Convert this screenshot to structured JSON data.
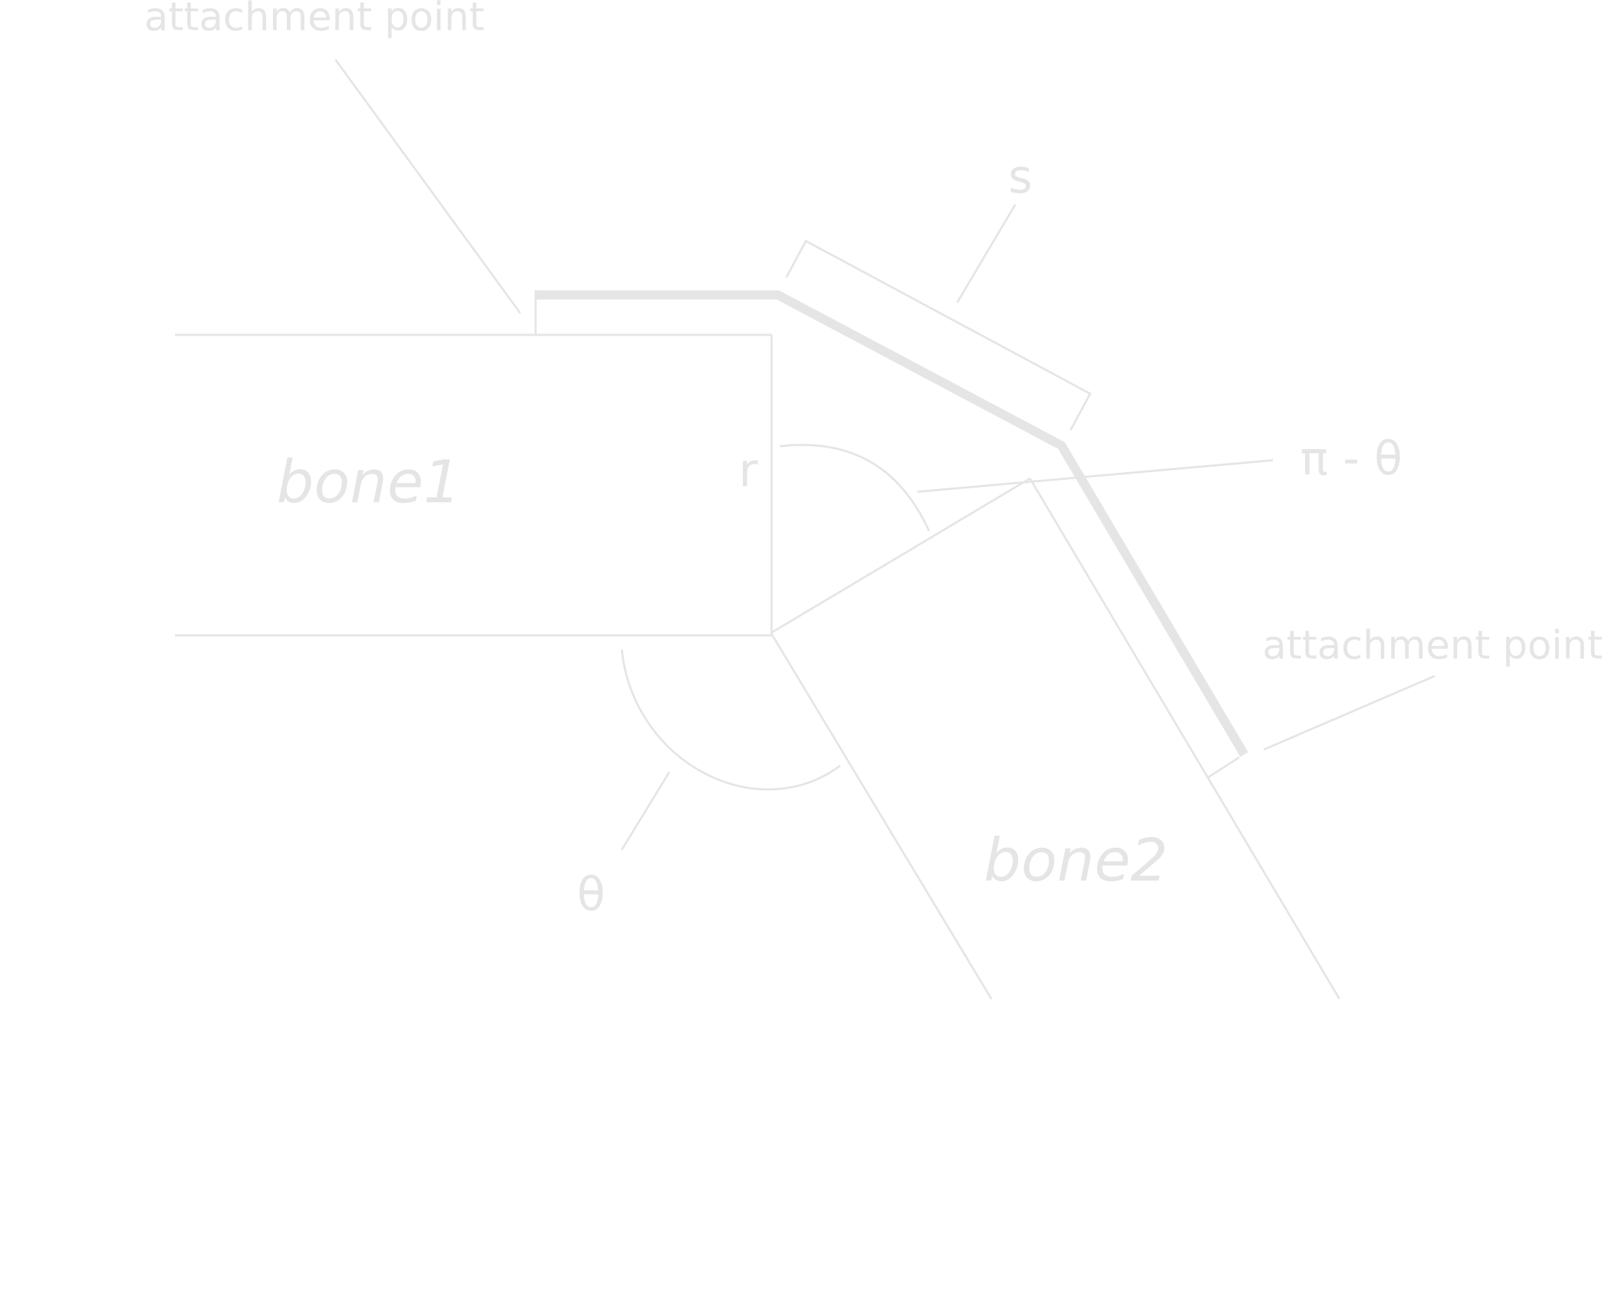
{
  "colors": {
    "stroke": "#e5e5e5",
    "text": "#e5e5e5",
    "background": "#ffffff"
  },
  "labels": {
    "attachment_point_1": "attachment point",
    "attachment_point_2": "attachment point",
    "bone1": "bone1",
    "bone2": "bone2",
    "s": "s",
    "r": "r",
    "pi_minus_theta": "π - θ",
    "theta": "θ"
  }
}
